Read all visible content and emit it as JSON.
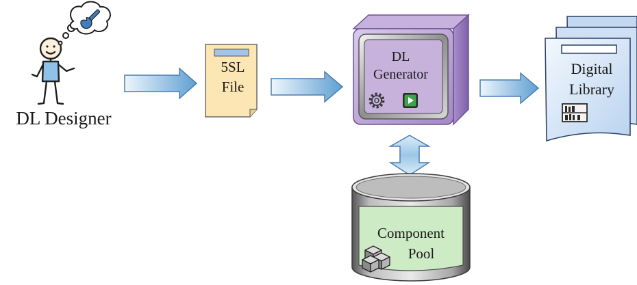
{
  "diagram": {
    "designer": {
      "label": "DL Designer"
    },
    "spec_file": {
      "line1": "5SL",
      "line2": "File"
    },
    "generator": {
      "line1": "DL",
      "line2": "Generator"
    },
    "library": {
      "line1": "Digital",
      "line2": "Library"
    },
    "component_pool": {
      "line1": "Component",
      "line2": "Pool"
    }
  },
  "colors": {
    "arrow_fill_start": "#e6f2fb",
    "arrow_fill_end": "#5f9fd2",
    "file_fill": "#fbe6b4",
    "generator_body": "#c9b4df",
    "generator_screen": "#c7b2dc",
    "library_fill": "#dbe8f7",
    "pool_body": "#cdebc5",
    "pool_rim": "#8a8a8a"
  },
  "icons": [
    "wrench-icon",
    "gear-icon",
    "play-icon",
    "bookshelf-icon",
    "boxes-icon"
  ]
}
